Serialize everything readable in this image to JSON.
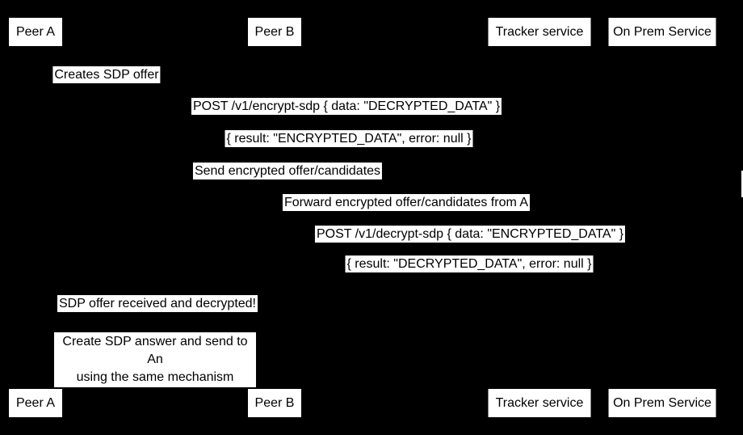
{
  "colors": {
    "background": "#000000",
    "label_background": "#ffffff",
    "label_text": "#000000"
  },
  "actors": [
    {
      "label": "Peer A"
    },
    {
      "label": "Peer B"
    },
    {
      "label": "Tracker service"
    },
    {
      "label": "On Prem Service"
    }
  ],
  "messages": [
    {
      "text": "Creates SDP offer"
    },
    {
      "text": "POST /v1/encrypt-sdp { data: \"DECRYPTED_DATA\" }"
    },
    {
      "text": "{ result: \"ENCRYPTED_DATA\", error: null }"
    },
    {
      "text": "Send encrypted offer/candidates"
    },
    {
      "text": "Forward encrypted offer/candidates from A"
    },
    {
      "text": "POST /v1/decrypt-sdp { data: \"ENCRYPTED_DATA\" }"
    },
    {
      "text": "{ result: \"DECRYPTED_DATA\", error: null }"
    },
    {
      "text": "SDP offer received and decrypted!"
    }
  ],
  "note": {
    "lines": [
      "Create SDP answer and send to An",
      "using the same mechanism"
    ]
  }
}
